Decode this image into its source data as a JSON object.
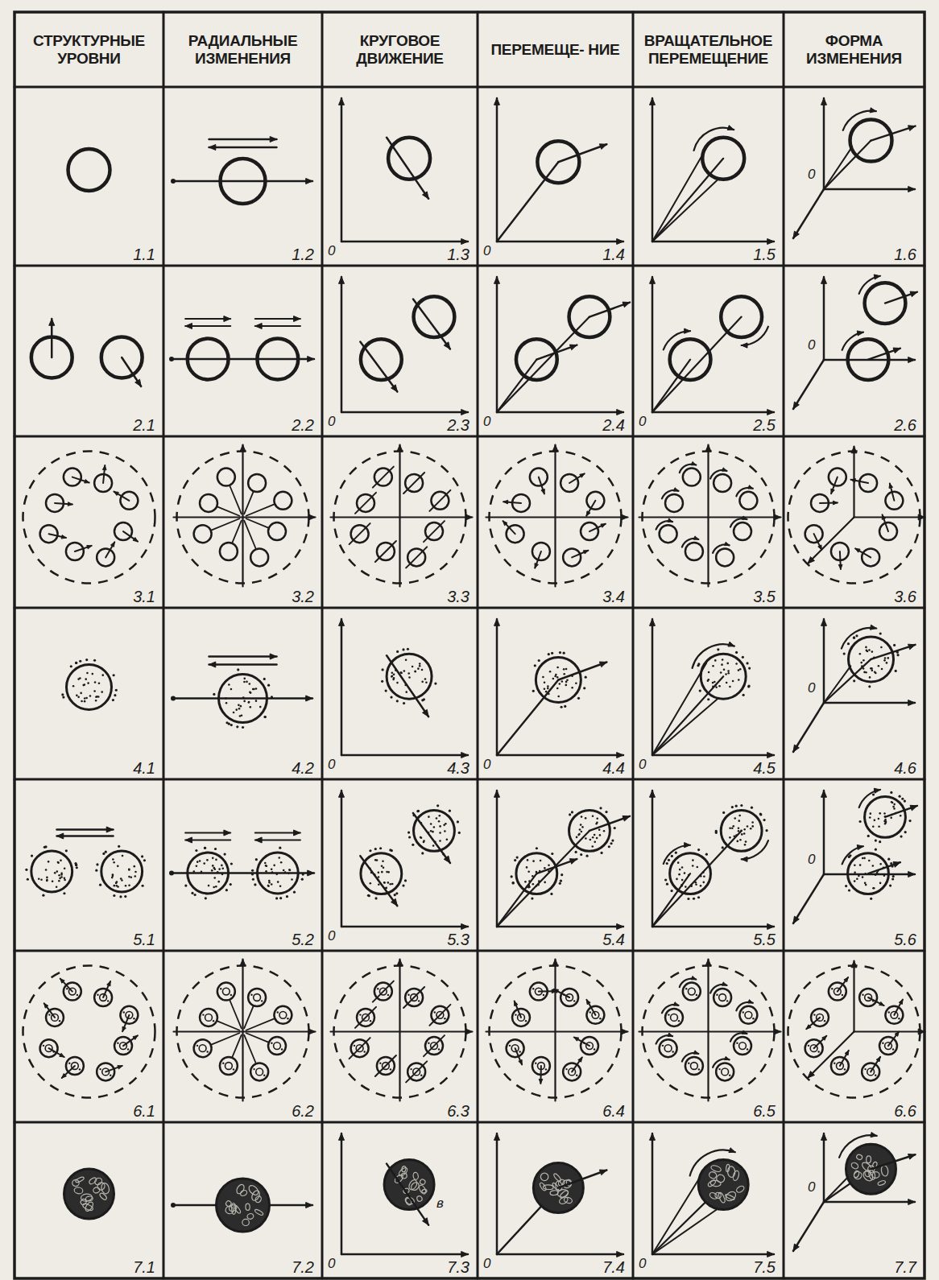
{
  "diagram": {
    "labels": [
      "СТРУКТУРНЫЕ УРОВНИ",
      "РАДИАЛЬНЫЕ ИЗМЕНЕНИЯ",
      "КРУГОВОЕ ДВИЖЕНИЕ",
      "ПЕРЕМЕЩЕ- НИЕ",
      "ВРАЩАТЕЛЬНОЕ ПЕРЕМЕЩЕНИЕ",
      "ФОРМА ИЗМЕНЕНИЯ",
      "1.1",
      "1.2",
      "0",
      "1.3",
      "0",
      "1.4",
      "1.5",
      "0",
      "1.6",
      "2.1",
      "2.2",
      "0",
      "2.3",
      "0",
      "2.4",
      "0",
      "2.5",
      "0",
      "2.6",
      "3.1",
      "3.2",
      "3.3",
      "3.4",
      "3.5",
      "3.6",
      "4.1",
      "4.2",
      "0",
      "4.3",
      "0",
      "4.4",
      "0",
      "4.5",
      "0",
      "4.6",
      "5.1",
      "5.2",
      "0",
      "5.3",
      "5.4",
      "5.5",
      "0",
      "5.6",
      "6.1",
      "6.2",
      "6.3",
      "6.4",
      "6.5",
      "6.6",
      "7.1",
      "7.2",
      "0",
      "в",
      "7.3",
      "0",
      "7.4",
      "0",
      "7.5",
      "0",
      "7.7"
    ]
  }
}
